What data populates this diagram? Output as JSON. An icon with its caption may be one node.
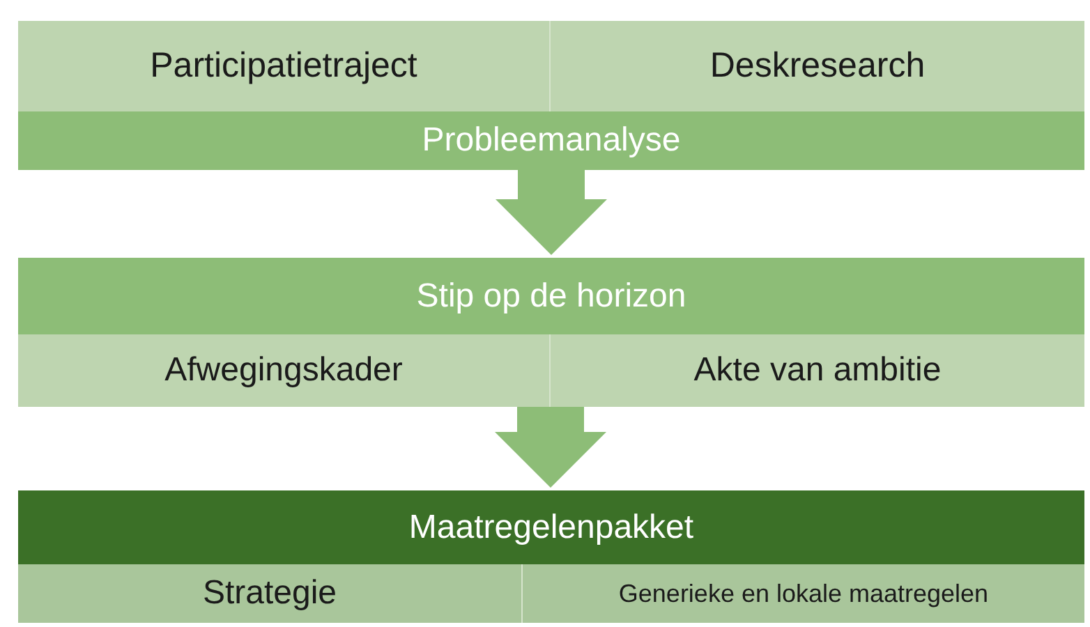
{
  "diagram": {
    "nodes": [
      {
        "text": [
          "Participatietraject"
        ]
      },
      {
        "text": [
          "Deskresearch"
        ]
      },
      {
        "text": [
          "Probleemanalyse"
        ]
      },
      {
        "text": [
          "Stip op de horizon"
        ]
      },
      {
        "text": [
          "Afwegingskader"
        ]
      },
      {
        "text": [
          "Akte van ambitie"
        ]
      },
      {
        "text": [
          "Maatregelenpakket"
        ]
      },
      {
        "text": [
          "Strategie"
        ]
      },
      {
        "text": [
          "Generieke en lokale maatregelen"
        ]
      }
    ],
    "edges": [
      {
        "from": 2,
        "to": 3,
        "arrow": "to"
      },
      {
        "from": 4,
        "to": 6,
        "arrow": "to"
      },
      {
        "from": 5,
        "to": 6,
        "arrow": "to"
      }
    ]
  }
}
